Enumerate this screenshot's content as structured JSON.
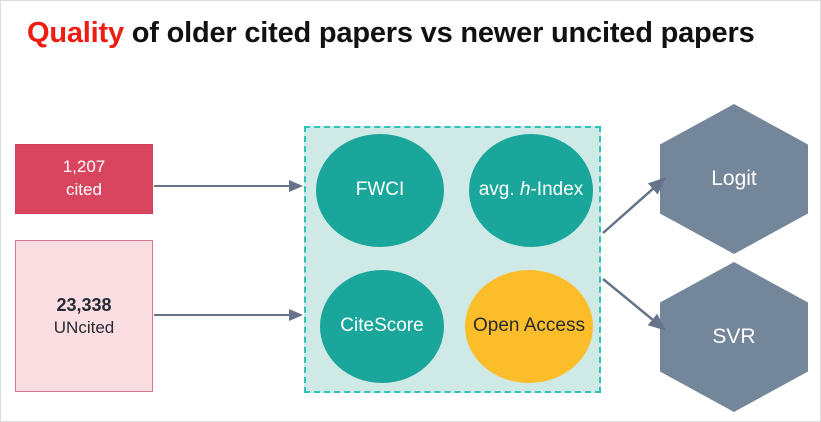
{
  "slide": {
    "title": {
      "accent": "Quality",
      "rest": " of older cited papers vs newer uncited papers"
    }
  },
  "sources": [
    {
      "id": "cited",
      "value": "1,207",
      "label": "cited",
      "fill": "#d9455f",
      "text": "#ffffff"
    },
    {
      "id": "uncited",
      "value": "23,338",
      "label": "UNcited",
      "fill": "#fadee2",
      "text": "#262b33"
    }
  ],
  "features": {
    "container_border": "#2ec4b6",
    "container_fill": "#cfeae6",
    "items": [
      {
        "id": "fwci",
        "label": "FWCI",
        "fill": "#1aa69a",
        "text": "#ffffff"
      },
      {
        "id": "h-index",
        "label_pre": "avg. ",
        "label_ital": "h",
        "label_post": "-Index",
        "fill": "#1aa69a",
        "text": "#ffffff"
      },
      {
        "id": "citescore",
        "label": "CiteScore",
        "fill": "#1aa69a",
        "text": "#ffffff"
      },
      {
        "id": "openaccess",
        "label": "Open Access",
        "fill": "#fbbd2a",
        "text": "#2b2b2b"
      }
    ]
  },
  "models": [
    {
      "id": "logit",
      "label": "Logit",
      "fill": "#74869a",
      "text": "#ffffff"
    },
    {
      "id": "svr",
      "label": "SVR",
      "fill": "#74869a",
      "text": "#ffffff"
    }
  ],
  "connectors": {
    "color": "#66748a",
    "count": 4
  }
}
